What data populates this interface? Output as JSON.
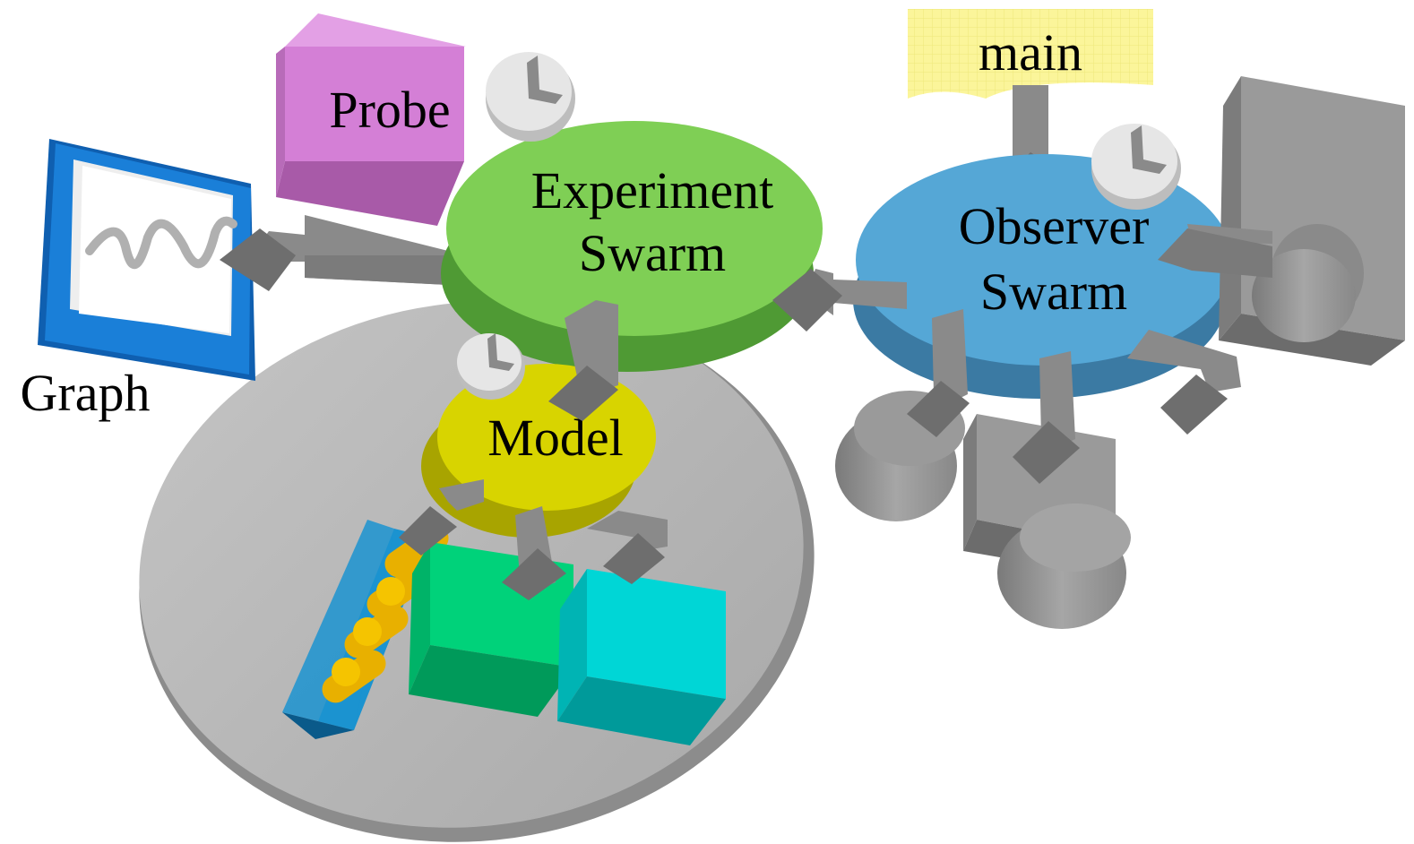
{
  "labels": {
    "main": "main",
    "probe": "Probe",
    "experiment_line1": "Experiment",
    "experiment_line2": "Swarm",
    "observer_line1": "Observer",
    "observer_line2": "Swarm",
    "model": "Model",
    "graph": "Graph"
  },
  "colors": {
    "background": "#ffffff",
    "main_note": "#fbf59a",
    "probe": "#d47fd6",
    "experiment_swarm": "#7fcf55",
    "observer_swarm": "#55a7d6",
    "model": "#d8d400",
    "model_disc": "#b7b7b7",
    "graph_frame": "#1a7fd8",
    "agent_green": "#00d27a",
    "agent_cyan": "#00d6d6",
    "agent_list": "#1b93d0",
    "agent_list_items": "#e8b000",
    "arrows": "#8a8a8a",
    "observer_objects": "#9a9a9a",
    "clocks": "#e6e6e6"
  },
  "icons": [
    "clock-icon",
    "clock-icon",
    "clock-icon",
    "graph-squiggle-icon"
  ]
}
